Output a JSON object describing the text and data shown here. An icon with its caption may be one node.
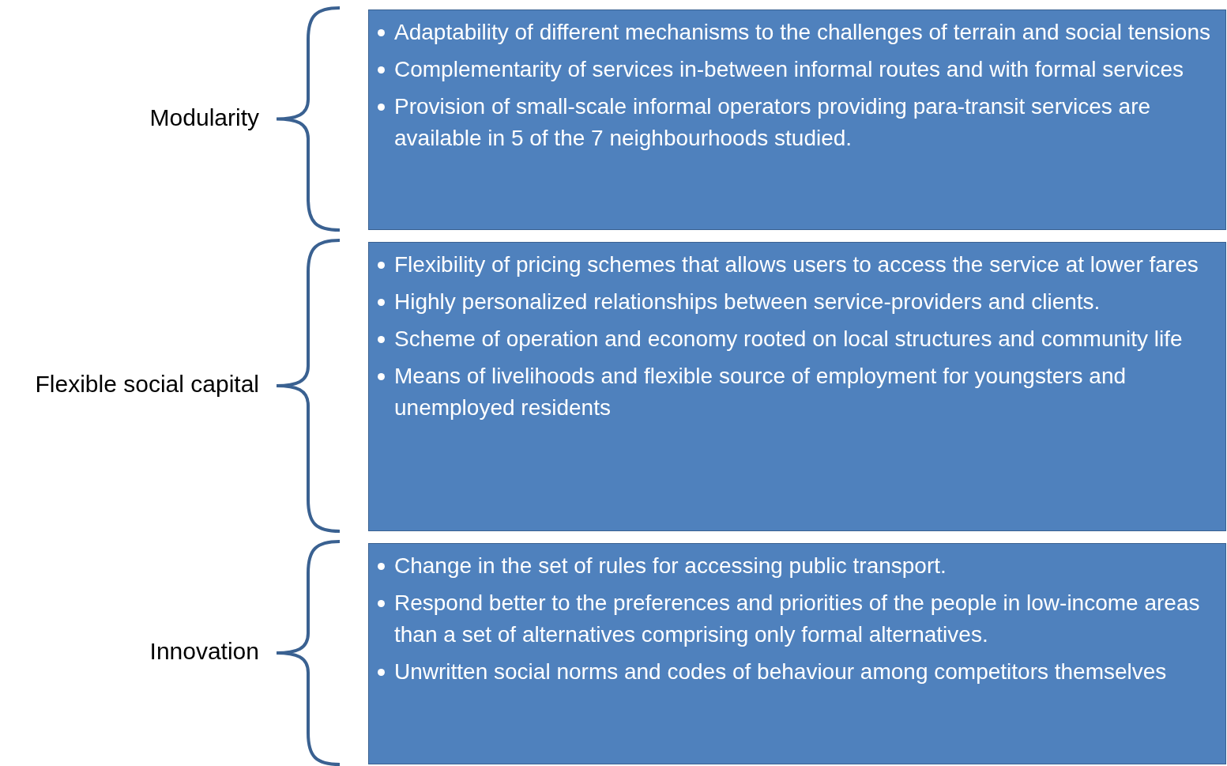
{
  "diagram": {
    "nodes": [
      {
        "text": [
          "Adaptability of different mechanisms to the challenges of terrain and social tensions",
          "Complementarity of services in-between informal routes and with formal services",
          "Provision of small-scale informal operators providing para-transit services are available in 5 of the 7 neighbourhoods studied."
        ]
      },
      {
        "text": [
          "Flexibility of pricing schemes that allows users to access the service at lower fares",
          "Highly personalized relationships between service-providers and clients.",
          "Scheme of operation and economy rooted on local structures and community life",
          "Means of livelihoods and flexible source of employment for youngsters and unemployed residents"
        ]
      },
      {
        "text": [
          "Change in the set of rules for accessing public transport.",
          "Respond better to the preferences and priorities of the people in low-income areas than a set of alternatives comprising only formal alternatives.",
          "Unwritten social norms and codes of behaviour among competitors themselves"
        ]
      }
    ],
    "labels": [
      "Modularity",
      "Flexible social capital",
      "Innovation"
    ]
  }
}
